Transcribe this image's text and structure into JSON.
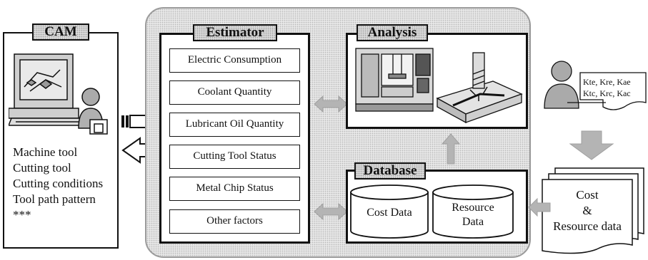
{
  "cam": {
    "title": "CAM",
    "items": [
      "Machine tool",
      "Cutting tool",
      "Cutting conditions",
      "Tool path pattern",
      "***"
    ]
  },
  "estimator": {
    "title": "Estimator",
    "items": [
      "Electric Consumption",
      "Coolant Quantity",
      "Lubricant Oil Quantity",
      "Cutting Tool Status",
      "Metal Chip Status",
      "Other factors"
    ]
  },
  "analysis": {
    "title": "Analysis"
  },
  "database": {
    "title": "Database",
    "cylinders": [
      "Cost Data",
      "Resource\nData"
    ]
  },
  "coefficients": {
    "line1": "Kte, Kre, Kae",
    "line2": "Ktc, Krc, Kac"
  },
  "document": {
    "line1": "Cost",
    "line2": "&",
    "line3": "Resource data"
  }
}
